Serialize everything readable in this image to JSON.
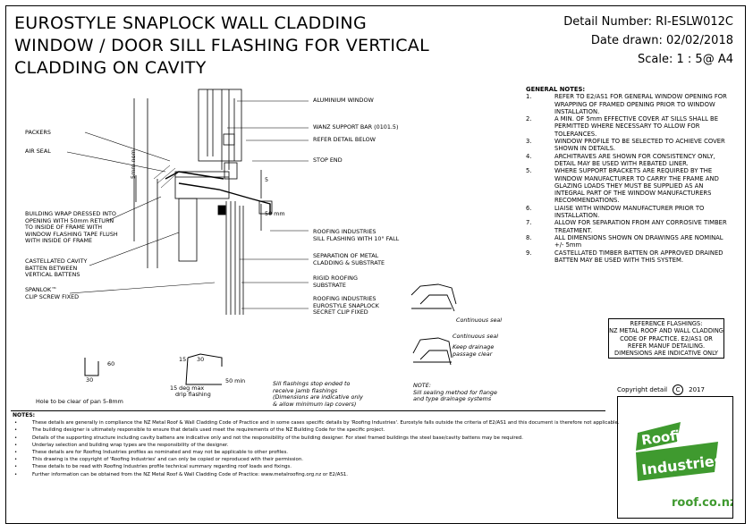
{
  "title": {
    "line1": "EUROSTYLE SNAPLOCK WALL CLADDING",
    "line2": "WINDOW / DOOR SILL FLASHING FOR VERTICAL",
    "line3": "CLADDING ON CAVITY"
  },
  "meta": {
    "detail_number": "Detail Number:  RI-ESLW012C",
    "date_drawn": "Date drawn:  02/02/2018",
    "scale": "Scale:    1 : 5@ A4"
  },
  "general_notes": {
    "heading": "GENERAL NOTES:",
    "items": [
      {
        "num": "1.",
        "text": "REFER TO E2/AS1 FOR GENERAL WINDOW OPENING FOR WRAPPING OF FRAMED OPENING PRIOR TO WINDOW INSTALLATION."
      },
      {
        "num": "2.",
        "text": "A MIN. OF 5mm EFFECTIVE COVER AT SILLS SHALL BE PERMITTED WHERE NECESSARY TO ALLOW FOR TOLERANCES."
      },
      {
        "num": "3.",
        "text": "WINDOW PROFILE TO BE SELECTED TO ACHIEVE COVER SHOWN IN DETAILS."
      },
      {
        "num": "4.",
        "text": "ARCHITRAVES ARE SHOWN FOR CONSISTENCY ONLY, DETAIL MAY BE USED WITH REBATED LINER."
      },
      {
        "num": "5.",
        "text": "WHERE SUPPORT BRACKETS ARE REQUIRED BY THE WINDOW MANUFACTURER TO CARRY THE FRAME AND GLAZING LOADS THEY MUST BE SUPPLIED AS AN INTEGRAL PART OF THE WINDOW MANUFACTURERS RECOMMENDATIONS."
      },
      {
        "num": "6.",
        "text": "LIAISE WITH WINDOW MANUFACTURER PRIOR TO INSTALLATION."
      },
      {
        "num": "7.",
        "text": "ALLOW FOR SEPARATION FROM ANY CORROSIVE TIMBER TREATMENT."
      },
      {
        "num": "8.",
        "text": "ALL DIMENSIONS SHOWN ON DRAWINGS ARE NOMINAL +/- 5mm"
      },
      {
        "num": "9.",
        "text": "CASTELLATED TIMBER BATTEN OR APPROVED DRAINED BATTEN MAY BE USED WITH THIS SYSTEM."
      }
    ]
  },
  "reference": {
    "l1": "REFERENCE FLASHINGS:",
    "l2": "NZ METAL ROOF AND WALL CLADDING",
    "l3": "CODE OF PRACTICE.   E2/AS1 OR",
    "l4": "REFER MANUF DETAILING.",
    "l5": "DIMENSIONS ARE INDICATIVE ONLY"
  },
  "copyright": {
    "text": "Copyright detail",
    "symbol": "C",
    "year": "2017"
  },
  "logo": {
    "line1": "Roofing",
    "line2": "Industries",
    "url": "roof.co.nz",
    "green": "#3f9a2f"
  },
  "labels": {
    "aluminium_window": "ALUMINIUM WINDOW",
    "wanz_bar": "WANZ SUPPORT BAR (0101.5)",
    "refer_detail": "REFER DETAIL BELOW",
    "stop_end": "STOP END",
    "packers": "PACKERS",
    "air_seal": "AIR SEAL",
    "dim_5": "5mm nom",
    "dim_5b": "5",
    "dim_50": "50 mm",
    "wrap1": "BUILDING WRAP DRESSED INTO",
    "wrap2": "OPENING WITH 50mm RETURN",
    "wrap3": "TO INSIDE OF FRAME WITH",
    "wrap4": "WINDOW FLASHING TAPE FLUSH",
    "wrap5": "WITH INSIDE OF FRAME",
    "cast1": "CASTELLATED CAVITY",
    "cast2": "BATTEN BETWEEN",
    "cast3": "VERTICAL BATTENS",
    "span1": "SPANLOK™",
    "span2": "CLIP SCREW FIXED",
    "sill1": "ROOFING INDUSTRIES",
    "sill2": "SILL FLASHING WITH 10° FALL",
    "sep1": "SEPARATION OF METAL",
    "sep2": "CLADDING & SUBSTRATE",
    "rigid1": "RIGID ROOFING",
    "rigid2": "SUBSTRATE",
    "ri1": "ROOFING INDUSTRIES",
    "ri2": "EUROSTYLE SNAPLOCK",
    "ri3": "SECRET CLIP FIXED",
    "cont_seal1": "Continuous seal",
    "cont_seal2": "Continuous seal",
    "keep1": "Keep drainage",
    "keep2": "passage clear",
    "note_h": "NOTE:",
    "note1": "Sill sealing method for flange",
    "note2": "and type drainage systems",
    "sill_stop1": "Sill flashings stop ended to",
    "sill_stop2": "receive jamb flashings",
    "sill_stop3": "(Dimensions are indicative only",
    "sill_stop4": "& allow minimum lap covers)",
    "hole": "Hole to be clear of pan 5-8mm",
    "d60": "60",
    "d30": "30",
    "d15": "15",
    "d30b": "30",
    "d50": "50 min",
    "d15deg": "15 deg max",
    "drip": "drip flashing"
  },
  "notes": {
    "heading": "NOTES:",
    "items": [
      "These details are generally in compliance the NZ Metal Roof & Wall Cladding Code of Practice and in some cases specific details by 'Roofing Industries'.   Eurostyle falls outside the criteria of E2/AS1 and this document is therefore not applicable.",
      "The building designer is ultimately responsible to ensure that details used meet the requirements of the NZ Building Code for the specific project.",
      "Details of the supporting structure including cavity battens are indicative only and not the responsibility of the building designer.   For steel framed buildings the steel base/cavity battens may be required.",
      "Underlay selection and building wrap types are the responsibility of the designer.",
      "These details are for Roofing Industries profiles as nominated and may not be applicable to other profiles.",
      "This drawing is the copyright of 'Roofing Industries' and can only be copied or reproduced with their permission.",
      "These details to be read with Roofing Industries  profile technical summary regarding roof loads and fixings.",
      "Further information can be obtained from the  NZ Metal Roof & Wall Cladding Code of Practice:  www.metalroofing.org.nz or E2/AS1."
    ]
  }
}
